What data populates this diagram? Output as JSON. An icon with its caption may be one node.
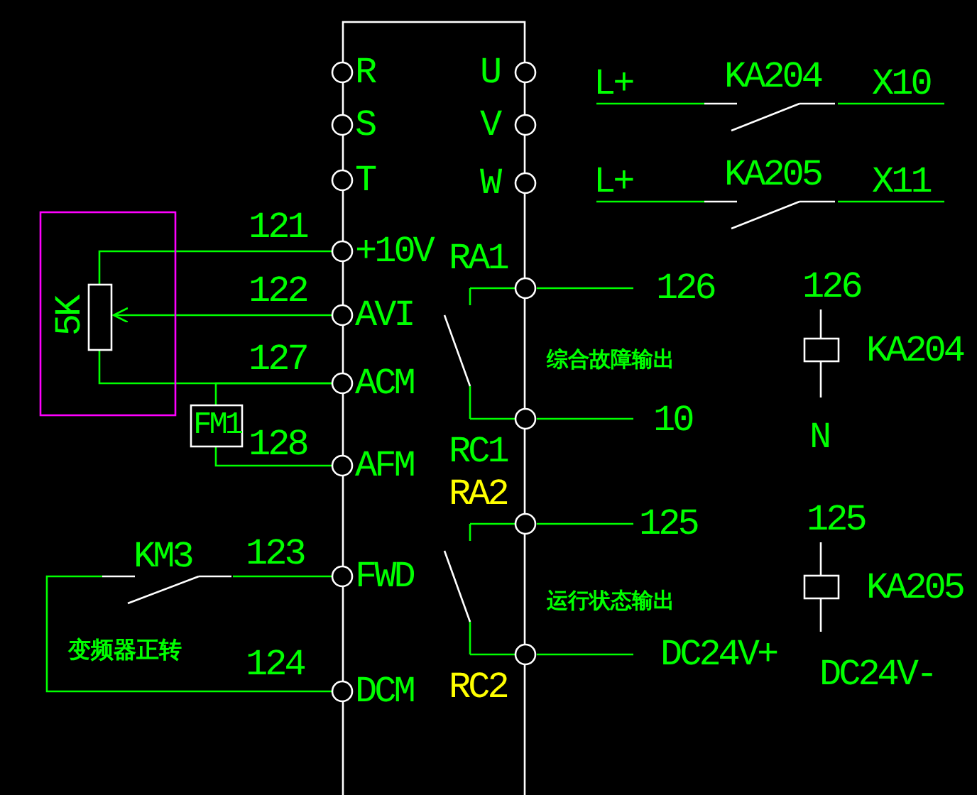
{
  "diagram": {
    "nodes": [
      {
        "text": [],
        "shape": "box"
      },
      {
        "text": [
          "R"
        ],
        "in": 0
      },
      {
        "text": [
          "S"
        ],
        "in": 0
      },
      {
        "text": [
          "T"
        ],
        "in": 0
      },
      {
        "text": [
          "+10V"
        ],
        "in": 0
      },
      {
        "text": [
          "AVI"
        ],
        "in": 0
      },
      {
        "text": [
          "ACM"
        ],
        "in": 0
      },
      {
        "text": [
          "AFM"
        ],
        "in": 0
      },
      {
        "text": [
          "FWD"
        ],
        "in": 0
      },
      {
        "text": [
          "DCM"
        ],
        "in": 0
      },
      {
        "text": [
          "U"
        ],
        "in": 0
      },
      {
        "text": [
          "V"
        ],
        "in": 0
      },
      {
        "text": [
          "W"
        ],
        "in": 0
      },
      {
        "text": [
          "RA1"
        ],
        "in": 0
      },
      {
        "text": [
          "RC1"
        ],
        "in": 0
      },
      {
        "text": [
          "RA2"
        ],
        "in": 0
      },
      {
        "text": [
          "RC2"
        ],
        "in": 0
      },
      {
        "text": [],
        "shape": "box"
      },
      {
        "text": [
          "5K"
        ],
        "in": 17
      },
      {
        "text": [
          "FM1"
        ]
      },
      {
        "text": [
          "KM3"
        ]
      },
      {
        "text": [
          "126"
        ]
      },
      {
        "text": [
          "10"
        ]
      },
      {
        "text": [
          "125"
        ]
      },
      {
        "text": [
          "DC24V+"
        ]
      },
      {
        "text": [
          "L+"
        ]
      },
      {
        "text": [
          "KA204"
        ]
      },
      {
        "text": [
          "X10"
        ]
      },
      {
        "text": [
          "L+"
        ]
      },
      {
        "text": [
          "KA205"
        ]
      },
      {
        "text": [
          "X11"
        ]
      },
      {
        "text": [
          "126"
        ]
      },
      {
        "text": [],
        "shape": "box",
        "beside": [
          "KA204"
        ]
      },
      {
        "text": [
          "N"
        ]
      },
      {
        "text": [
          "125"
        ]
      },
      {
        "text": [],
        "shape": "box",
        "beside": [
          "KA205"
        ]
      },
      {
        "text": [
          "DC24V-"
        ]
      },
      {
        "text": [],
        "shape": "switch",
        "in": 0
      },
      {
        "text": [],
        "shape": "switch",
        "in": 0
      }
    ],
    "edges": [
      {
        "from": 4,
        "to": 18,
        "arrow": "none",
        "label": "121"
      },
      {
        "from": 5,
        "to": 18,
        "arrow": "to",
        "label": "122"
      },
      {
        "from": 6,
        "to": 18,
        "arrow": "none",
        "label": "127"
      },
      {
        "from": 19,
        "to": 6,
        "arrow": "none"
      },
      {
        "from": 19,
        "to": 7,
        "arrow": "none",
        "label": "128"
      },
      {
        "from": 20,
        "to": 8,
        "arrow": "none",
        "label": "123"
      },
      {
        "from": 20,
        "to": 9,
        "arrow": "none",
        "label": "124"
      },
      {
        "from": 13,
        "to": 37,
        "arrow": "none"
      },
      {
        "from": 15,
        "to": 38,
        "arrow": "none"
      },
      {
        "from": 13,
        "to": 21,
        "arrow": "none"
      },
      {
        "from": 14,
        "to": 22,
        "arrow": "none"
      },
      {
        "from": 15,
        "to": 23,
        "arrow": "none"
      },
      {
        "from": 16,
        "to": 24,
        "arrow": "none"
      },
      {
        "from": 25,
        "to": 26,
        "arrow": "none"
      },
      {
        "from": 26,
        "to": 27,
        "arrow": "none"
      },
      {
        "from": 28,
        "to": 29,
        "arrow": "none"
      },
      {
        "from": 29,
        "to": 30,
        "arrow": "none"
      },
      {
        "from": 31,
        "to": 32,
        "arrow": "none",
        "color": "#ffffff"
      },
      {
        "from": 32,
        "to": 33,
        "arrow": "none",
        "color": "#ffffff"
      },
      {
        "from": 34,
        "to": 35,
        "arrow": "none",
        "color": "#ffffff"
      },
      {
        "from": 35,
        "to": 36,
        "arrow": "none",
        "color": "#ffffff"
      },
      {
        "from": 37,
        "to": 14,
        "arrow": "none"
      },
      {
        "from": 38,
        "to": 16,
        "arrow": "none"
      }
    ],
    "labels": [
      "综合故障输出",
      "变频器正转",
      "运行状态输出"
    ]
  }
}
